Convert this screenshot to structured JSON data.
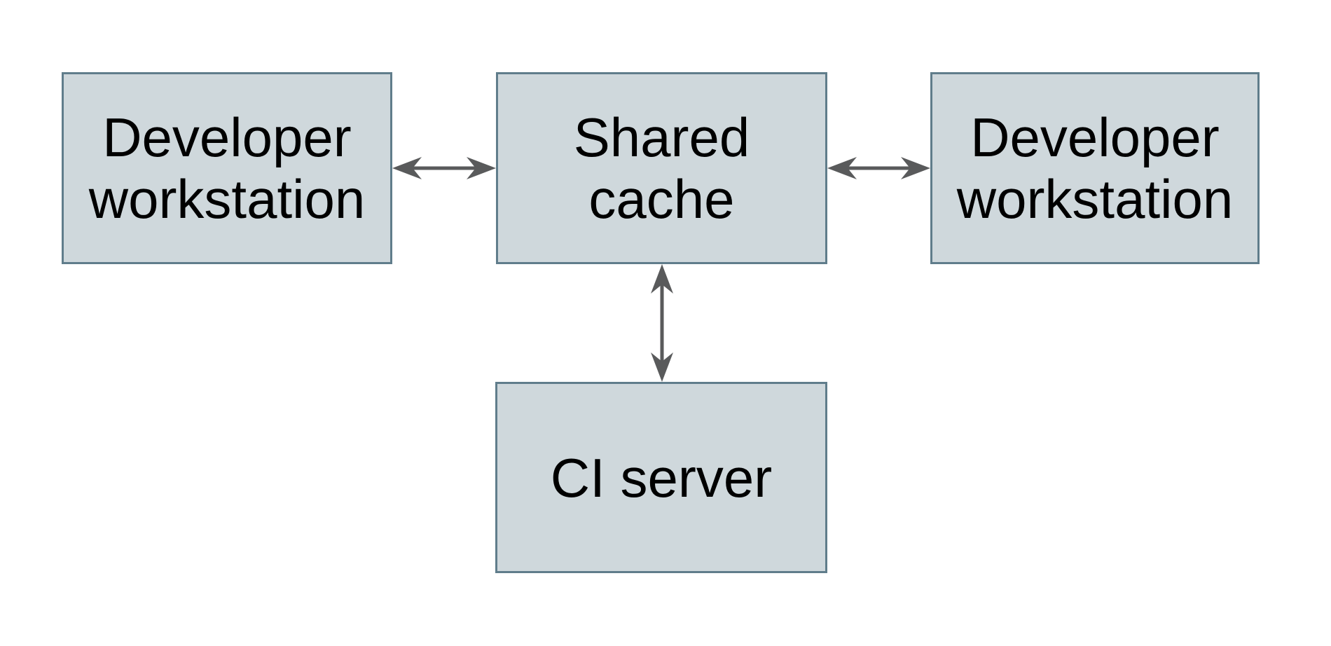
{
  "diagram": {
    "nodes": {
      "dev_workstation_left": {
        "lines": [
          "Developer",
          "workstation"
        ]
      },
      "shared_cache": {
        "lines": [
          "Shared",
          "cache"
        ]
      },
      "dev_workstation_right": {
        "lines": [
          "Developer",
          "workstation"
        ]
      },
      "ci_server": {
        "lines": [
          "CI server"
        ]
      }
    },
    "edges": [
      {
        "from": "dev_workstation_left",
        "to": "shared_cache",
        "style": "double-headed-arrow",
        "orientation": "horizontal"
      },
      {
        "from": "shared_cache",
        "to": "dev_workstation_right",
        "style": "double-headed-arrow",
        "orientation": "horizontal"
      },
      {
        "from": "shared_cache",
        "to": "ci_server",
        "style": "double-headed-arrow",
        "orientation": "vertical"
      }
    ],
    "colors": {
      "background": "#ffffff",
      "node_fill": "#cfd8dc",
      "node_border": "#607d8b",
      "arrow": "#595a5b",
      "text": "#000000"
    }
  }
}
